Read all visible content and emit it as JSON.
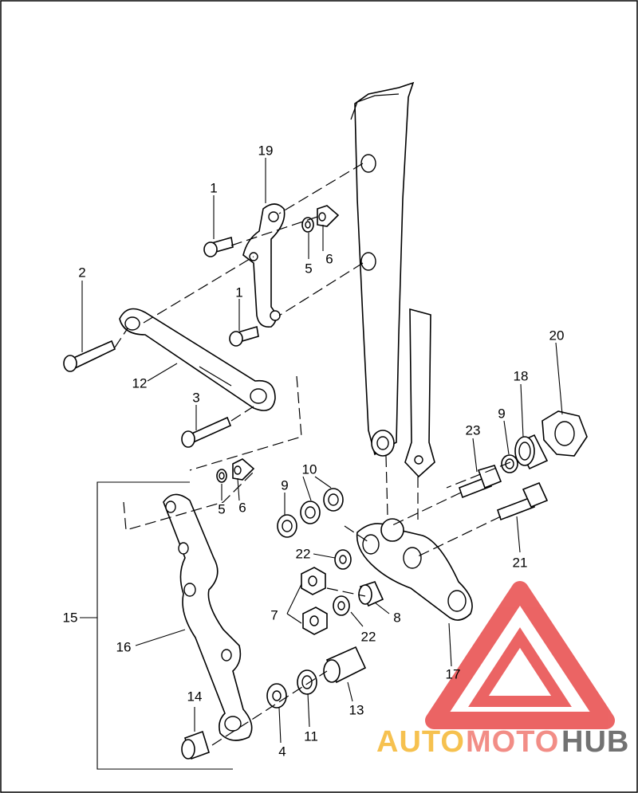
{
  "callouts": [
    {
      "label": "1"
    },
    {
      "label": "1"
    },
    {
      "label": "2"
    },
    {
      "label": "3"
    },
    {
      "label": "4"
    },
    {
      "label": "5"
    },
    {
      "label": "5"
    },
    {
      "label": "6"
    },
    {
      "label": "6"
    },
    {
      "label": "7"
    },
    {
      "label": "8"
    },
    {
      "label": "9"
    },
    {
      "label": "9"
    },
    {
      "label": "10"
    },
    {
      "label": "11"
    },
    {
      "label": "12"
    },
    {
      "label": "13"
    },
    {
      "label": "14"
    },
    {
      "label": "15"
    },
    {
      "label": "16"
    },
    {
      "label": "17"
    },
    {
      "label": "18"
    },
    {
      "label": "19"
    },
    {
      "label": "20"
    },
    {
      "label": "21"
    },
    {
      "label": "22"
    },
    {
      "label": "22"
    },
    {
      "label": "23"
    }
  ],
  "watermark": {
    "part1": "AUTO",
    "part2": "MOTO",
    "part3": "HUB",
    "colors": {
      "part1": "#f5b731",
      "part2": "#f07a72",
      "part3": "#5a5a5a",
      "logo": "#e84a4a"
    }
  }
}
